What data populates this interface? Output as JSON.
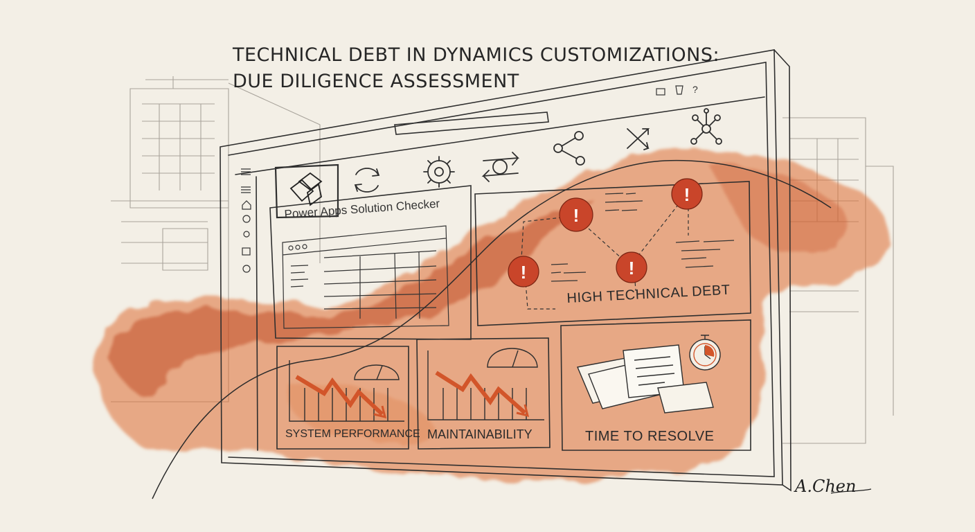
{
  "title": {
    "line1": "TECHNICAL DEBT IN DYNAMICS CUSTOMIZATIONS:",
    "line2": "DUE DILIGENCE ASSESSMENT"
  },
  "window": {
    "titlebar_icons": [
      "camera-icon",
      "trash-icon",
      "help-icon"
    ],
    "help_glyph": "?",
    "toolbar_icons": [
      "sync-icon",
      "gear-icon",
      "exchange-icon",
      "share-icon",
      "shuffle-icon",
      "network-icon"
    ],
    "sidebar_icons": [
      "menu-icon",
      "home-icon",
      "clock-icon",
      "user-icon",
      "puzzle-icon",
      "settings-icon"
    ]
  },
  "checker": {
    "title": "Power Apps Solution Checker"
  },
  "debt_panel": {
    "label": "HIGH TECHNICAL DEBT",
    "alert_glyph": "!"
  },
  "tiles": [
    {
      "label": "SYSTEM PERFORMANCE",
      "icon": "falling-trend-icon"
    },
    {
      "label": "MAINTAINABILITY",
      "icon": "falling-trend-icon"
    },
    {
      "label": "TIME TO RESOLVE",
      "icon": "stopwatch-icon"
    }
  ],
  "signature": "A.Chen",
  "colors": {
    "paper": "#f3efe6",
    "ink": "#2b2b2b",
    "watercolor": "#d9652a",
    "alert": "#c9452a"
  }
}
